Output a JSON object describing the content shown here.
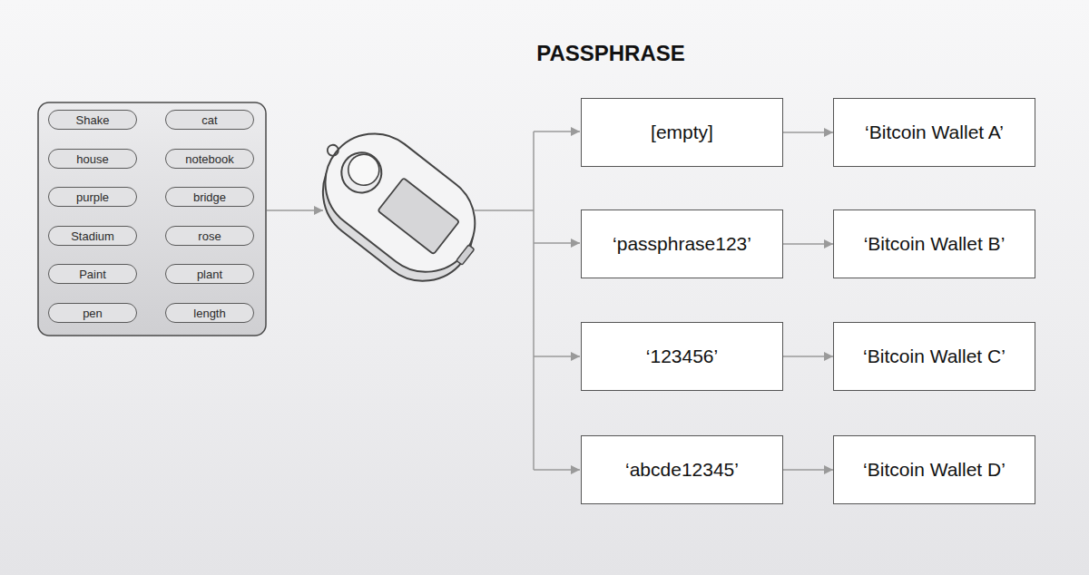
{
  "diagram": {
    "nodes": [
      {
        "text": [
          "Shake"
        ]
      },
      {
        "text": [
          "cat"
        ]
      },
      {
        "text": [
          "house"
        ]
      },
      {
        "text": [
          "notebook"
        ]
      },
      {
        "text": [
          "purple"
        ]
      },
      {
        "text": [
          "bridge"
        ]
      },
      {
        "text": [
          "Stadium"
        ]
      },
      {
        "text": [
          "rose"
        ]
      },
      {
        "text": [
          "Paint"
        ]
      },
      {
        "text": [
          "plant"
        ]
      },
      {
        "text": [
          "pen"
        ]
      },
      {
        "text": [
          "length"
        ]
      },
      {
        "text": [
          "[empty]"
        ]
      },
      {
        "text": [
          "‘Bitcoin Wallet A’"
        ]
      },
      {
        "text": [
          "‘passphrase123’"
        ]
      },
      {
        "text": [
          "‘Bitcoin Wallet B’"
        ]
      },
      {
        "text": [
          "‘123456’"
        ]
      },
      {
        "text": [
          "‘Bitcoin Wallet C’"
        ]
      },
      {
        "text": [
          "‘abcde12345’"
        ]
      },
      {
        "text": [
          "‘Bitcoin Wallet D’"
        ]
      }
    ],
    "edges": [
      {
        "from": 12,
        "to": 13,
        "arrow": "to"
      },
      {
        "from": 14,
        "to": 15,
        "arrow": "to"
      },
      {
        "from": 16,
        "to": 17,
        "arrow": "to"
      },
      {
        "from": 18,
        "to": 19,
        "arrow": "to"
      }
    ],
    "labels": [
      "PASSPHRASE"
    ]
  }
}
